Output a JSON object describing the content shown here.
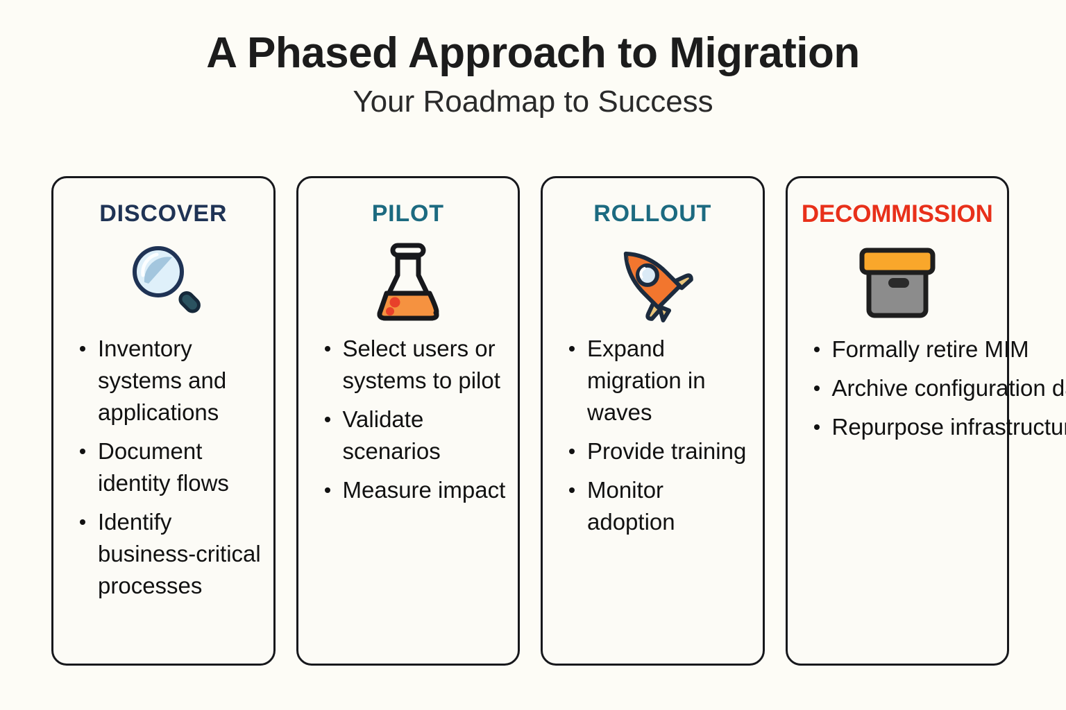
{
  "header": {
    "title": "A Phased Approach to Migration",
    "subtitle": "Your Roadmap to Success"
  },
  "colors": {
    "background": "#fdfcf6",
    "card_background": "#fcfbf6",
    "card_border": "#17181c",
    "heading_navy": "#1f3355",
    "heading_teal": "#1c6a80",
    "heading_red": "#e8301a",
    "body_text": "#111111",
    "accent_orange": "#f2762e",
    "accent_amber": "#f9a72b",
    "accent_tan": "#e8c47a",
    "accent_gray": "#8c8c8c",
    "accent_light_blue": "#cfe4f2"
  },
  "cards": [
    {
      "heading": "DISCOVER",
      "heading_color_name": "navy",
      "icon": "magnifying-glass-icon",
      "bullets": [
        "Inventory systems and applications",
        "Document identity flows",
        "Identify business-critical processes"
      ]
    },
    {
      "heading": "PILOT",
      "heading_color_name": "teal",
      "icon": "flask-icon",
      "bullets": [
        "Select users or systems to pilot",
        "Validate scenarios",
        "Measure impact"
      ]
    },
    {
      "heading": "ROLLOUT",
      "heading_color_name": "teal",
      "icon": "rocket-icon",
      "bullets": [
        "Expand migration in waves",
        "Provide training",
        "Monitor adoption"
      ]
    },
    {
      "heading": "DECOMMISSION",
      "heading_color_name": "red",
      "icon": "archive-box-icon",
      "bullets": [
        "Formally retire MIM",
        "Archive configuration data",
        "Repurpose infrastructurre"
      ]
    }
  ]
}
